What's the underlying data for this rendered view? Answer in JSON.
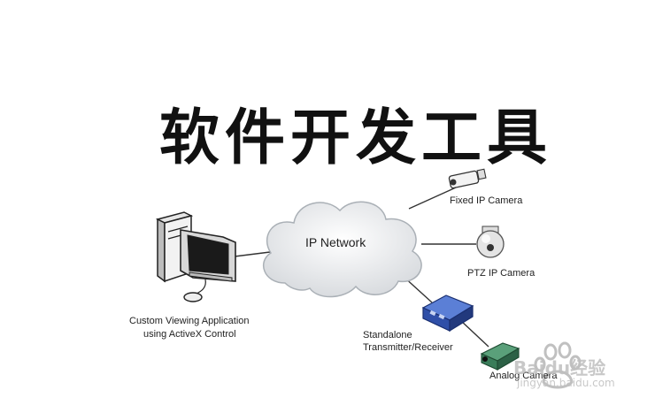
{
  "title": "软件开发工具",
  "network": {
    "label": "IP Network"
  },
  "devices": {
    "fixed_camera": "Fixed IP Camera",
    "ptz_camera": "PTZ IP Camera",
    "transmitter_line1": "Standalone",
    "transmitter_line2": "Transmitter/Receiver",
    "analog_camera": "Analog Camera",
    "client_line1": "Custom Viewing Application",
    "client_line2": "using ActiveX Control"
  },
  "watermark": {
    "brand": "Baidu经验",
    "url": "jingyan.baidu.com"
  },
  "colors": {
    "cloud": "#e9ecef",
    "router": "#2f4fa8",
    "analog_cam": "#3a7d5a",
    "text": "#222222"
  }
}
